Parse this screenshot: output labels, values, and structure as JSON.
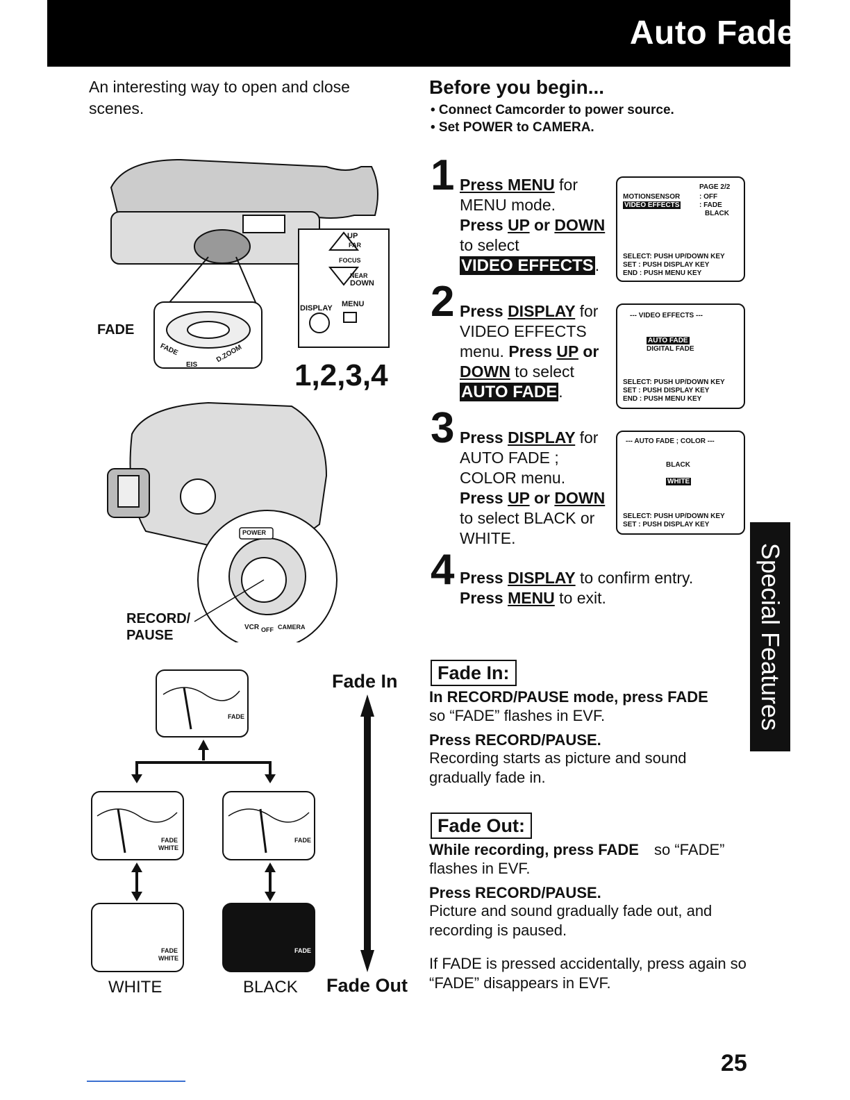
{
  "header": {
    "title": "Auto Fade"
  },
  "intro": "An interesting way to open and close scenes.",
  "before": {
    "title": "Before you begin...",
    "bullets": [
      "• Connect Camcorder to power source.",
      "• Set POWER to CAMERA."
    ]
  },
  "steps": [
    {
      "num": "1",
      "lines": [
        {
          "bold_u": "Press MENU",
          "rest": " for"
        },
        "MENU mode.",
        "Press UP or DOWN",
        "to select",
        "VIDEO EFFECTS"
      ]
    },
    {
      "num": "2",
      "lines": [
        "Press DISPLAY for",
        "VIDEO EFFECTS",
        "menu. Press UP or",
        "DOWN to select",
        "AUTO FADE"
      ]
    },
    {
      "num": "3",
      "lines": [
        "Press DISPLAY for",
        "AUTO FADE ;",
        "COLOR menu.",
        "Press UP or DOWN",
        "to select BLACK or",
        "WHITE."
      ]
    },
    {
      "num": "4",
      "lines": [
        "Press DISPLAY to confirm entry.",
        "Press MENU to exit."
      ]
    }
  ],
  "lcd1": {
    "page": "PAGE 2/2",
    "row1_l": "MOTIONSENSOR",
    "row1_r": ": OFF",
    "row2_l": "VIDEO EFFECTS",
    "row2_r": ": FADE",
    "row3": "BLACK",
    "select": "SELECT: PUSH UP/DOWN KEY",
    "set": "SET    : PUSH DISPLAY KEY",
    "end": "END    : PUSH MENU KEY"
  },
  "lcd2": {
    "title": "--- VIDEO EFFECTS ---",
    "opt1": "AUTO FADE",
    "opt2": "DIGITAL FADE",
    "select": "SELECT: PUSH UP/DOWN KEY",
    "set": "SET    : PUSH DISPLAY KEY",
    "end": "END    : PUSH MENU KEY"
  },
  "lcd3": {
    "title": "--- AUTO FADE ; COLOR ---",
    "opt1": "BLACK",
    "opt2": "WHITE",
    "select": "SELECT: PUSH UP/DOWN KEY",
    "set": "SET    : PUSH DISPLAY KEY"
  },
  "camera": {
    "fade_label": "FADE",
    "step_refs": "1,2,3,4",
    "record_label": "RECORD/",
    "pause_label": "PAUSE",
    "up": "UP",
    "far": "FAR",
    "focus": "FOCUS",
    "near": "NEAR",
    "down": "DOWN",
    "display": "DISPLAY",
    "menu": "MENU",
    "power": "POWER",
    "vcr": "VCR",
    "off": "OFF",
    "cam": "CAMERA",
    "dial_fade": "FADE",
    "dial_eis": "EIS",
    "dial_zoom": "D.ZOOM"
  },
  "fade_diagram": {
    "fade_in": "Fade In",
    "fade_out": "Fade Out",
    "white": "WHITE",
    "black": "BLACK",
    "osd_fade": "FADE",
    "osd_white": "WHITE"
  },
  "fade_in": {
    "title": "Fade In:",
    "p1_b": "In RECORD/PAUSE mode, press FADE",
    "p1": "so “FADE” flashes in EVF.",
    "p2_b": "Press RECORD/PAUSE.",
    "p2": "Recording starts as picture and sound gradually fade in."
  },
  "fade_out": {
    "title": "Fade Out:",
    "p1_b": "While recording, press FADE",
    "p1_tail": " so “FADE”",
    "p1": "flashes in EVF.",
    "p2_b": "Press RECORD/PAUSE.",
    "p2": "Picture and sound gradually fade out, and recording is paused."
  },
  "note": "If FADE is pressed accidentally, press again so “FADE” disappears in EVF.",
  "side_tab": "Special Features",
  "page_number": "25"
}
